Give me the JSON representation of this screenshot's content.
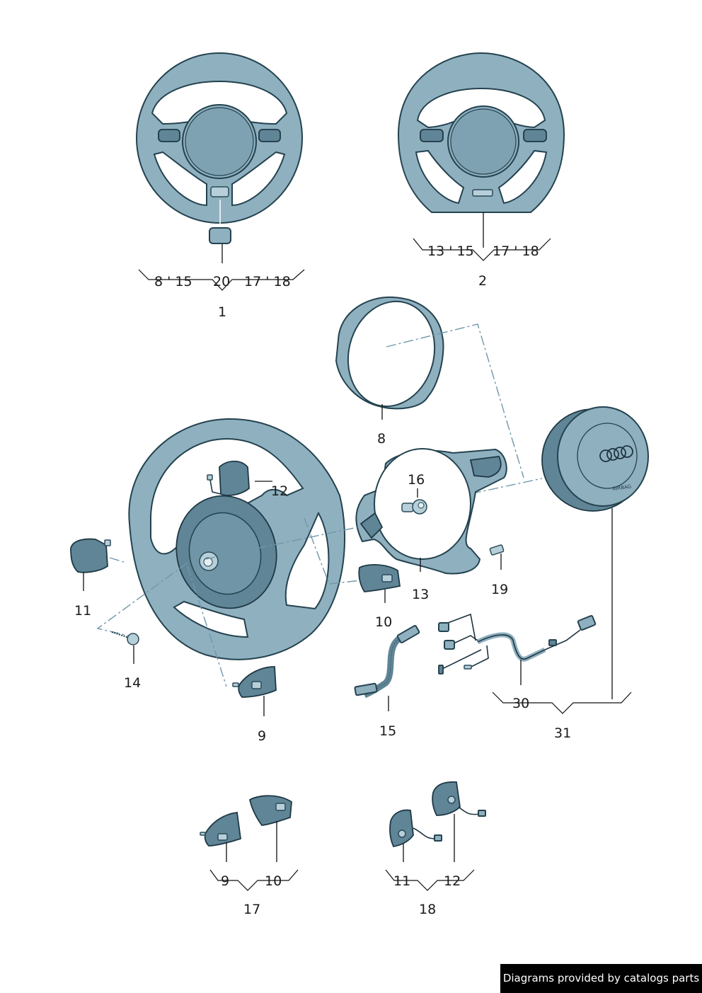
{
  "diagram": {
    "title": "Steering wheel parts diagram",
    "colors": {
      "part_fill": "#8fb0bf",
      "part_dark": "#5f8596",
      "outline": "#24424f",
      "centerline": "#6f97ab",
      "leader": "#111111"
    },
    "callouts": {
      "c1": "1",
      "c1_sub_left": "8 ' 15",
      "c1_sub_mid": "20",
      "c1_sub_right": "17 ' 18",
      "c2": "2",
      "c2_sub_left": "13 ' 15",
      "c2_sub_right": "17 ' 18",
      "c8": "8",
      "c16": "16",
      "c12": "12",
      "c11": "11",
      "c13": "13",
      "c19": "19",
      "c10": "10",
      "c14": "14",
      "c9": "9",
      "c15": "15",
      "c30": "30",
      "c31": "31",
      "c17_sub_left": "9",
      "c17_sub_right": "10",
      "c17": "17",
      "c18_sub_left": "11",
      "c18_sub_right": "12",
      "c18": "18"
    },
    "airbag_marking": "AIRBAG",
    "parts": [
      {
        "id": "1",
        "name": "steering wheel (round)"
      },
      {
        "id": "2",
        "name": "steering wheel (flat-bottom)"
      },
      {
        "id": "8",
        "name": "trim ring"
      },
      {
        "id": "9",
        "name": "multifunction button left"
      },
      {
        "id": "10",
        "name": "multifunction button right"
      },
      {
        "id": "11",
        "name": "shift paddle left"
      },
      {
        "id": "12",
        "name": "shift paddle right"
      },
      {
        "id": "13",
        "name": "spoke cover"
      },
      {
        "id": "14",
        "name": "screw"
      },
      {
        "id": "15",
        "name": "ribbon cable"
      },
      {
        "id": "16",
        "name": "bolt"
      },
      {
        "id": "19",
        "name": "badge"
      },
      {
        "id": "20",
        "name": "trim insert"
      },
      {
        "id": "30",
        "name": "wiring harness"
      },
      {
        "id": "31",
        "name": "airbag unit"
      }
    ]
  },
  "footer": {
    "credit": "Diagrams provided by catalogs parts"
  }
}
